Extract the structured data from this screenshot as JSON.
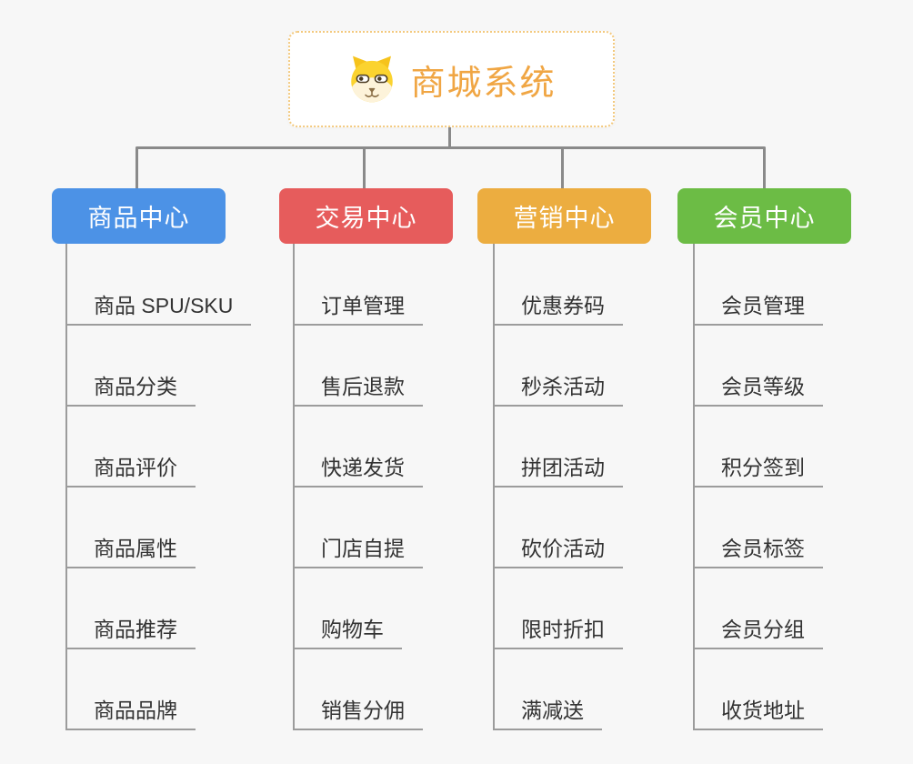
{
  "root": {
    "title": "商城系统",
    "icon": "dog-face-icon",
    "title_color": "#f0a644",
    "border_color": "#f3c97e"
  },
  "connector_color": "#8a8a8a",
  "background_color": "#f7f7f7",
  "branches": [
    {
      "label": "商品中心",
      "color": "#4c92e6",
      "items": [
        "商品 SPU/SKU",
        "商品分类",
        "商品评价",
        "商品属性",
        "商品推荐",
        "商品品牌"
      ]
    },
    {
      "label": "交易中心",
      "color": "#e65c5c",
      "items": [
        "订单管理",
        "售后退款",
        "快递发货",
        "门店自提",
        "购物车",
        "销售分佣"
      ]
    },
    {
      "label": "营销中心",
      "color": "#ecad40",
      "items": [
        "优惠券码",
        "秒杀活动",
        "拼团活动",
        "砍价活动",
        "限时折扣",
        "满减送"
      ]
    },
    {
      "label": "会员中心",
      "color": "#6cbc45",
      "items": [
        "会员管理",
        "会员等级",
        "积分签到",
        "会员标签",
        "会员分组",
        "收货地址"
      ]
    }
  ]
}
